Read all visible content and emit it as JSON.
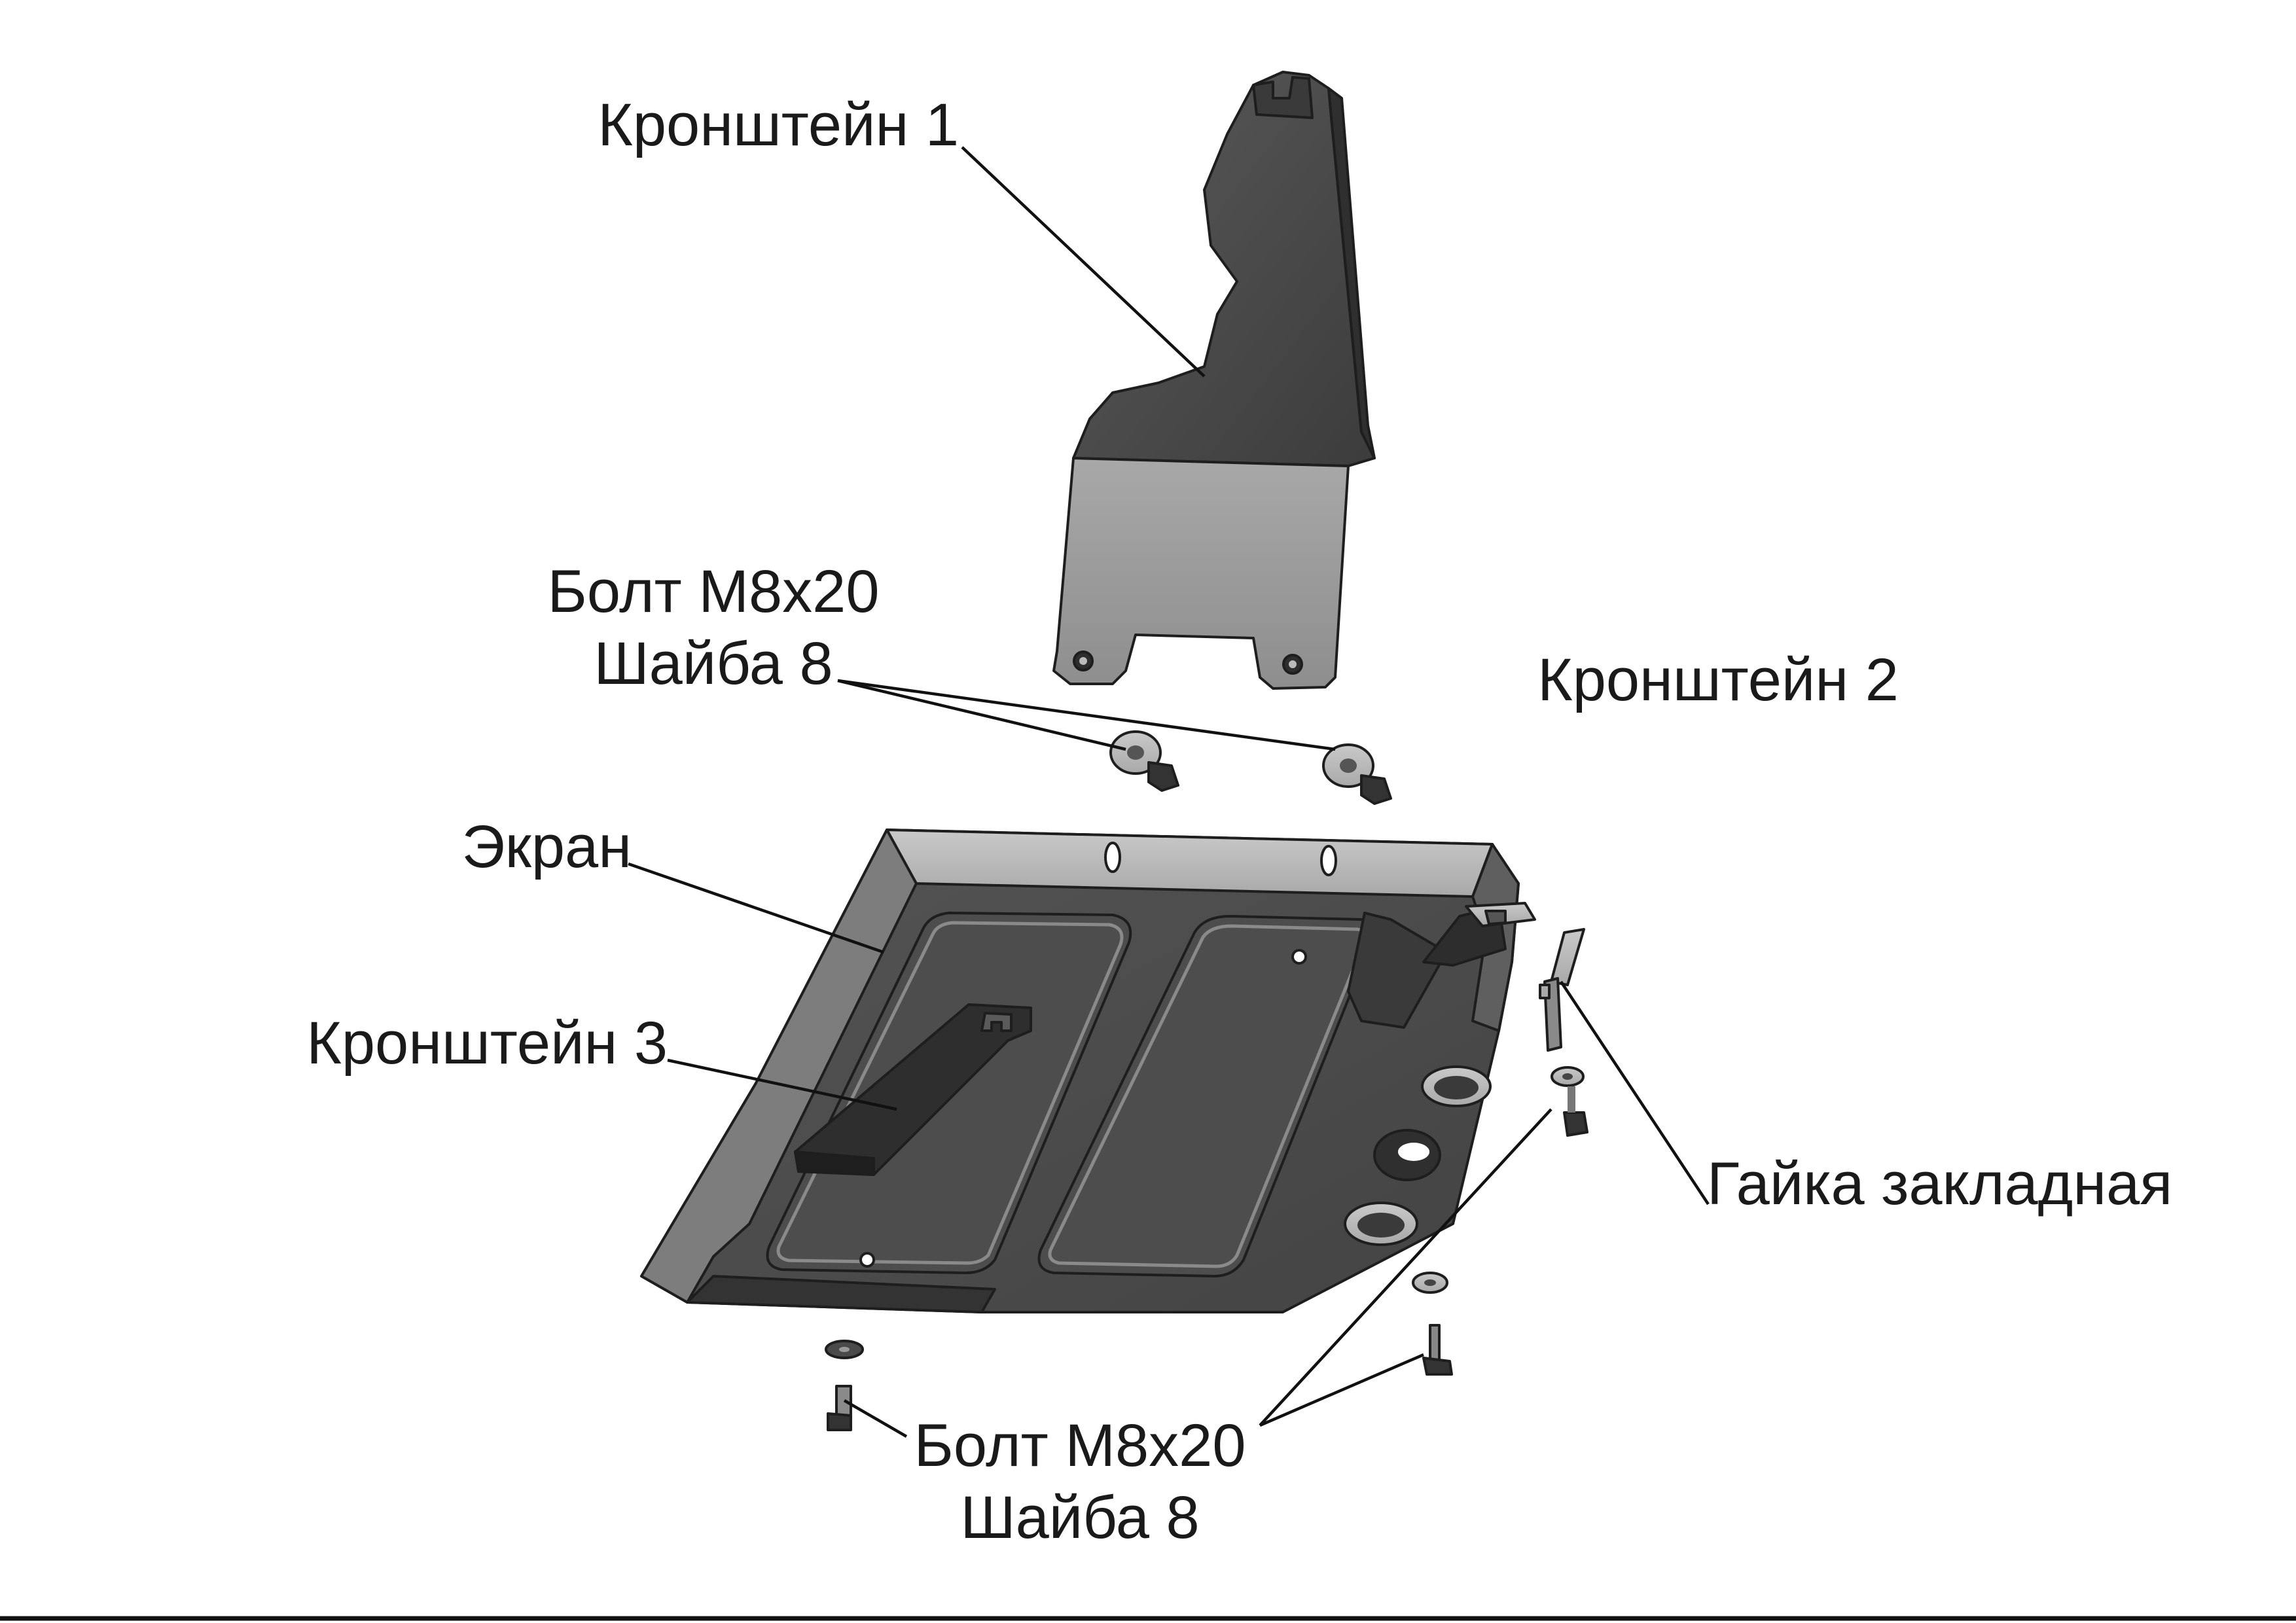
{
  "labels": {
    "bracket1": "Кронштейн 1",
    "bracket2": "Кронштейн 2",
    "bracket3": "Кронштейн 3",
    "screen": "Экран",
    "captive_nut": "Гайка закладная",
    "upper_fasteners": {
      "bolt": "Болт М8х20",
      "washer": "Шайба 8"
    },
    "lower_fasteners": {
      "bolt": "Болт М8х20",
      "washer": "Шайба 8"
    }
  },
  "colors": {
    "background": "#ffffff",
    "dark_metal": "#4a4a4a",
    "light_metal": "#9c9c9c",
    "rim_metal": "#bdbdbd",
    "line": "#111111"
  }
}
